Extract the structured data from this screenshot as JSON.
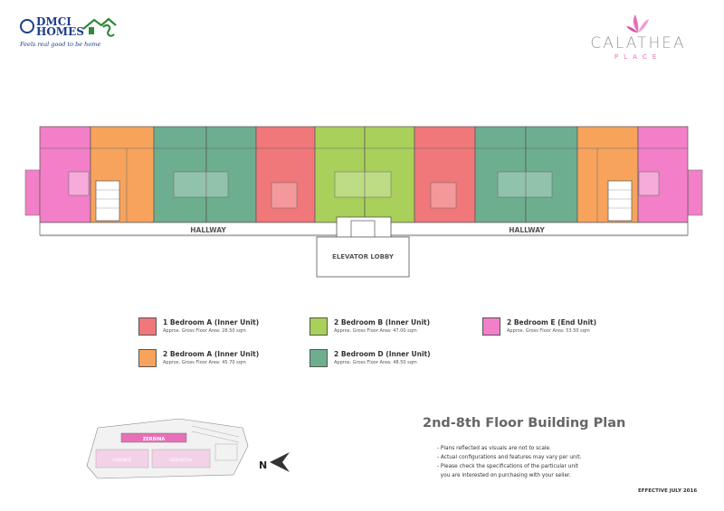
{
  "brand": {
    "name_line1": "DMCI",
    "name_line2": "HOMES",
    "tagline": "Feels real good to be home"
  },
  "project": {
    "name": "CALATHEA",
    "subname": "PLACE"
  },
  "plan_labels": {
    "hallway_left": "HALLWAY",
    "hallway_right": "HALLWAY",
    "elevator_lobby": "ELEVATOR LOBBY"
  },
  "units": [
    {
      "name": "1 Bedroom A (Inner Unit)",
      "area": "Approx. Gross Floor Area: 28.50 sqm",
      "color": "#f0777a"
    },
    {
      "name": "2 Bedroom A (Inner Unit)",
      "area": "Approx. Gross Floor Area: 45.70 sqm",
      "color": "#f7a35c"
    },
    {
      "name": "2 Bedroom B (Inner Unit)",
      "area": "Approx. Gross Floor Area: 47.00 sqm",
      "color": "#a9d05a"
    },
    {
      "name": "2 Bedroom D (Inner Unit)",
      "area": "Approx. Gross Floor Area: 48.50 sqm",
      "color": "#6dae8f"
    },
    {
      "name": "2 Bedroom E (End Unit)",
      "area": "Approx. Gross Floor Area: 53.50 sqm",
      "color": "#f27fc7"
    }
  ],
  "site_map": {
    "building_label": "ZERBINA",
    "label_left": "LAVANDE",
    "label_right": "SERANTHA",
    "compass": "N"
  },
  "plan_info": {
    "title": "2nd-8th Floor Building Plan",
    "notes": [
      "- Plans reflected as visuals are not to scale.",
      "- Actual configurations and features may vary per unit.",
      "- Please check the specifications of the particular unit",
      "  you are interested on purchasing with your seller."
    ],
    "effective": "EFFECTIVE JULY 2016"
  }
}
